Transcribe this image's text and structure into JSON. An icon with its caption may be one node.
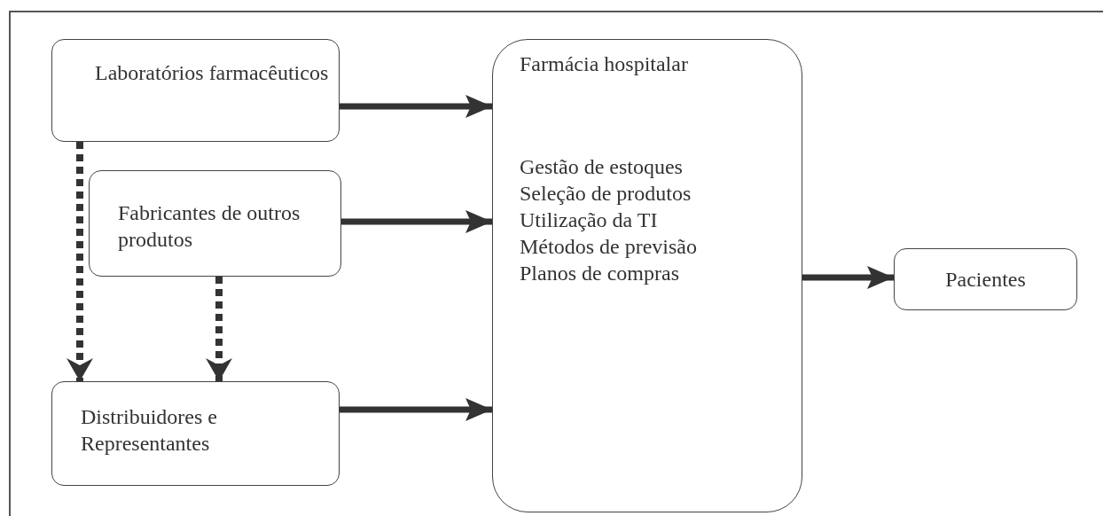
{
  "diagram": {
    "nodes": [
      {
        "text": [
          "Laboratórios farmacêuticos"
        ]
      },
      {
        "text": [
          "Fabricantes de outros produtos"
        ]
      },
      {
        "text": [
          "Distribuidores e Representantes"
        ]
      },
      {
        "text": [
          "Farmácia hospitalar",
          "Gestão de estoques",
          "Seleção de produtos",
          "Utilização da TI",
          "Métodos de previsão",
          "Planos de compras"
        ]
      },
      {
        "text": [
          "Pacientes"
        ]
      }
    ],
    "edges": [
      {
        "from": 0,
        "to": 3,
        "arrow": "to"
      },
      {
        "from": 1,
        "to": 3,
        "arrow": "to"
      },
      {
        "from": 2,
        "to": 3,
        "arrow": "to"
      },
      {
        "from": 3,
        "to": 4,
        "arrow": "to"
      },
      {
        "from": 0,
        "to": 2,
        "arrow": "to",
        "style": "dashed"
      },
      {
        "from": 1,
        "to": 2,
        "arrow": "to",
        "style": "dashed"
      }
    ]
  }
}
